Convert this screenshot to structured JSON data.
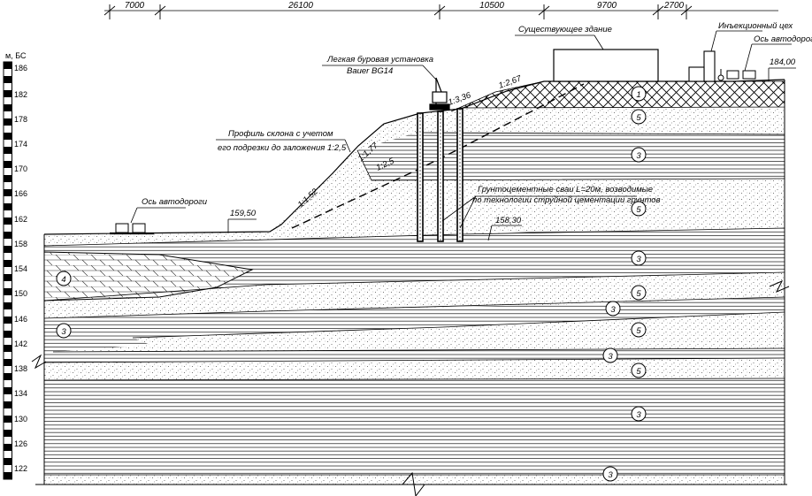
{
  "dimensions": [
    "7000",
    "26100",
    "10500",
    "9700",
    "2700"
  ],
  "axis": {
    "unit": "м, БС",
    "ticks": [
      "186",
      "182",
      "178",
      "174",
      "170",
      "166",
      "162",
      "158",
      "154",
      "150",
      "146",
      "142",
      "138",
      "134",
      "130",
      "126",
      "122"
    ]
  },
  "labels": {
    "existing_building": "Существующее здание",
    "injection_shop": "Инъекционный цех",
    "road_axis_right": "Ось автодороги",
    "elev_top": "184,00",
    "drill_rig_line1": "Легкая буровая установка",
    "drill_rig_line2": "Bauer BG14",
    "slope_profile_line1": "Профиль склона с учетом",
    "slope_profile_line2": "его подрезки до заложения 1:2,5",
    "road_axis_left": "Ось автодороги",
    "elev_left": "159,50",
    "piles_line1": "Грунтоцементные сваи L=20м, возводимые",
    "piles_line2": "по технологии струйной цементации грунтов",
    "elev_base": "158,30",
    "slope_1": "1:2,67",
    "slope_2": "1:3,36",
    "slope_3": "1:1,77",
    "slope_4": "1:2,5",
    "slope_5": "1:1,52"
  },
  "layers": [
    "1",
    "5",
    "3",
    "5",
    "3",
    "4",
    "5",
    "3",
    "3",
    "5",
    "3",
    "5",
    "3",
    "3"
  ],
  "colors": {
    "line": "#000000",
    "sand_dots": "#555555",
    "background": "#ffffff"
  }
}
